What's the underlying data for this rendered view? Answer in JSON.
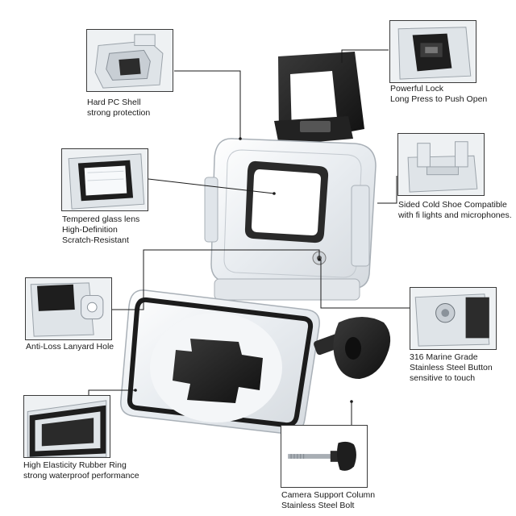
{
  "features": {
    "shell": {
      "line1": "Hard PC Shell",
      "line2": "strong protection"
    },
    "lock": {
      "line1": "Powerful Lock",
      "line2": "Long Press to Push Open"
    },
    "glass": {
      "line1": "Tempered glass lens",
      "line2": "High-Definition",
      "line3": "Scratch-Resistant"
    },
    "shoe": {
      "line1": "Sided Cold Shoe Compatible",
      "line2": "with fi lights and microphones."
    },
    "lanyard": {
      "line1": "Anti-Loss Lanyard Hole"
    },
    "button": {
      "line1": "316 Marine Grade",
      "line2": "Stainless Steel Button",
      "line3": "sensitive to touch"
    },
    "ring": {
      "line1": "High Elasticity Rubber Ring",
      "line2": "strong waterproof performance"
    },
    "bolt": {
      "line1": "Camera Support Column",
      "line2": "Stainless Steel Bolt"
    }
  },
  "colors": {
    "leader": "#1a1a1a",
    "frame": "#3a3a3a",
    "shell": "#e9ecef",
    "dark": "#1c1c1c"
  }
}
